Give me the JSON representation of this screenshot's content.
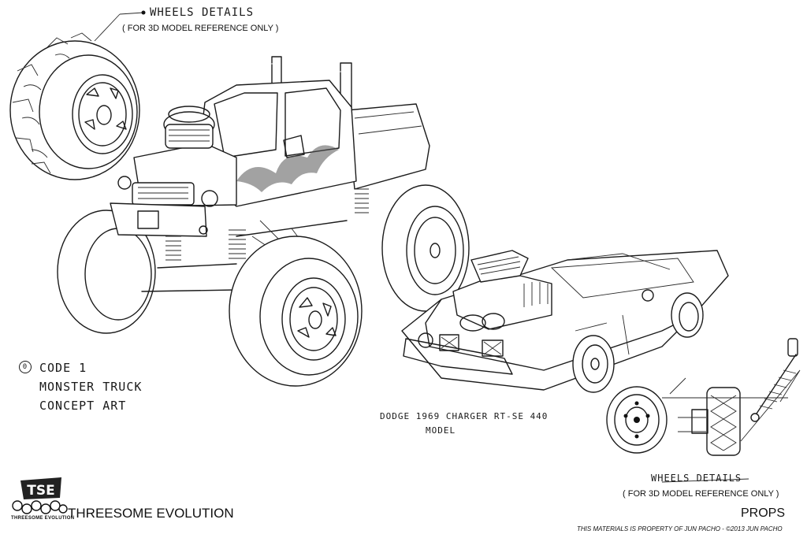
{
  "wheel_top": {
    "title": "WHEELS DETAILS",
    "note": "( FOR 3D MODEL REFERENCE ONLY )"
  },
  "wheel_bottom": {
    "title": "WHEELS DETAILS",
    "note": "( FOR 3D MODEL REFERENCE ONLY )"
  },
  "code_label": {
    "bullet": "0",
    "line1": "CODE 1",
    "line2": "MONSTER TRUCK",
    "line3": "CONCEPT ART"
  },
  "car_label": {
    "line1": "DODGE 1969 CHARGER RT-SE 440",
    "line2": "MODEL"
  },
  "footer": {
    "logo_text": "TSE",
    "logo_caption": "THREESOME EVOLUTION",
    "studio_name": "THREESOME EVOLUTION",
    "section": "PROPS",
    "copyright": "THIS MATERIALS IS PROPERTY OF JUN PACHO  -  ©2013 JUN PACHO"
  },
  "colors": {
    "ink": "#1b1b1b",
    "paper": "#ffffff"
  }
}
